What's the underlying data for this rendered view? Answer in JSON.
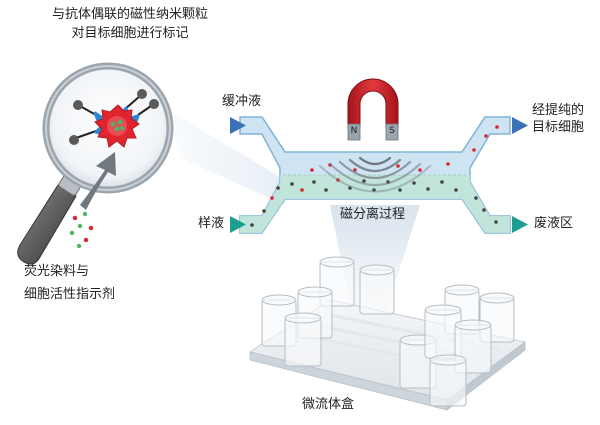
{
  "labels": {
    "title_line1": "与抗体偶联的磁性纳米颗粒",
    "title_line2": "对目标细胞进行标记",
    "buffer": "缓冲液",
    "sample": "样液",
    "purified_line1": "经提纯的",
    "purified_line2": "目标细胞",
    "waste": "废液区",
    "process": "磁分离过程",
    "dye_line1": "荧光染料与",
    "dye_line2": "细胞活性指示剂",
    "box": "微流体盒",
    "magnet_n": "N",
    "magnet_s": "S"
  },
  "colors": {
    "channel_fill": "#cfe4f2",
    "channel_lower_fill": "#bfe3d8",
    "channel_stroke": "#7fb3d6",
    "arrow_blue": "#3a72b8",
    "arrow_teal": "#1c9f8f",
    "magnet_red": "#c0262c",
    "magnet_metal": "#9aa4ad",
    "cell_red": "#e0252f",
    "antibody_blue": "#2f86d0",
    "bead_grey": "#5a5a5a"
  }
}
